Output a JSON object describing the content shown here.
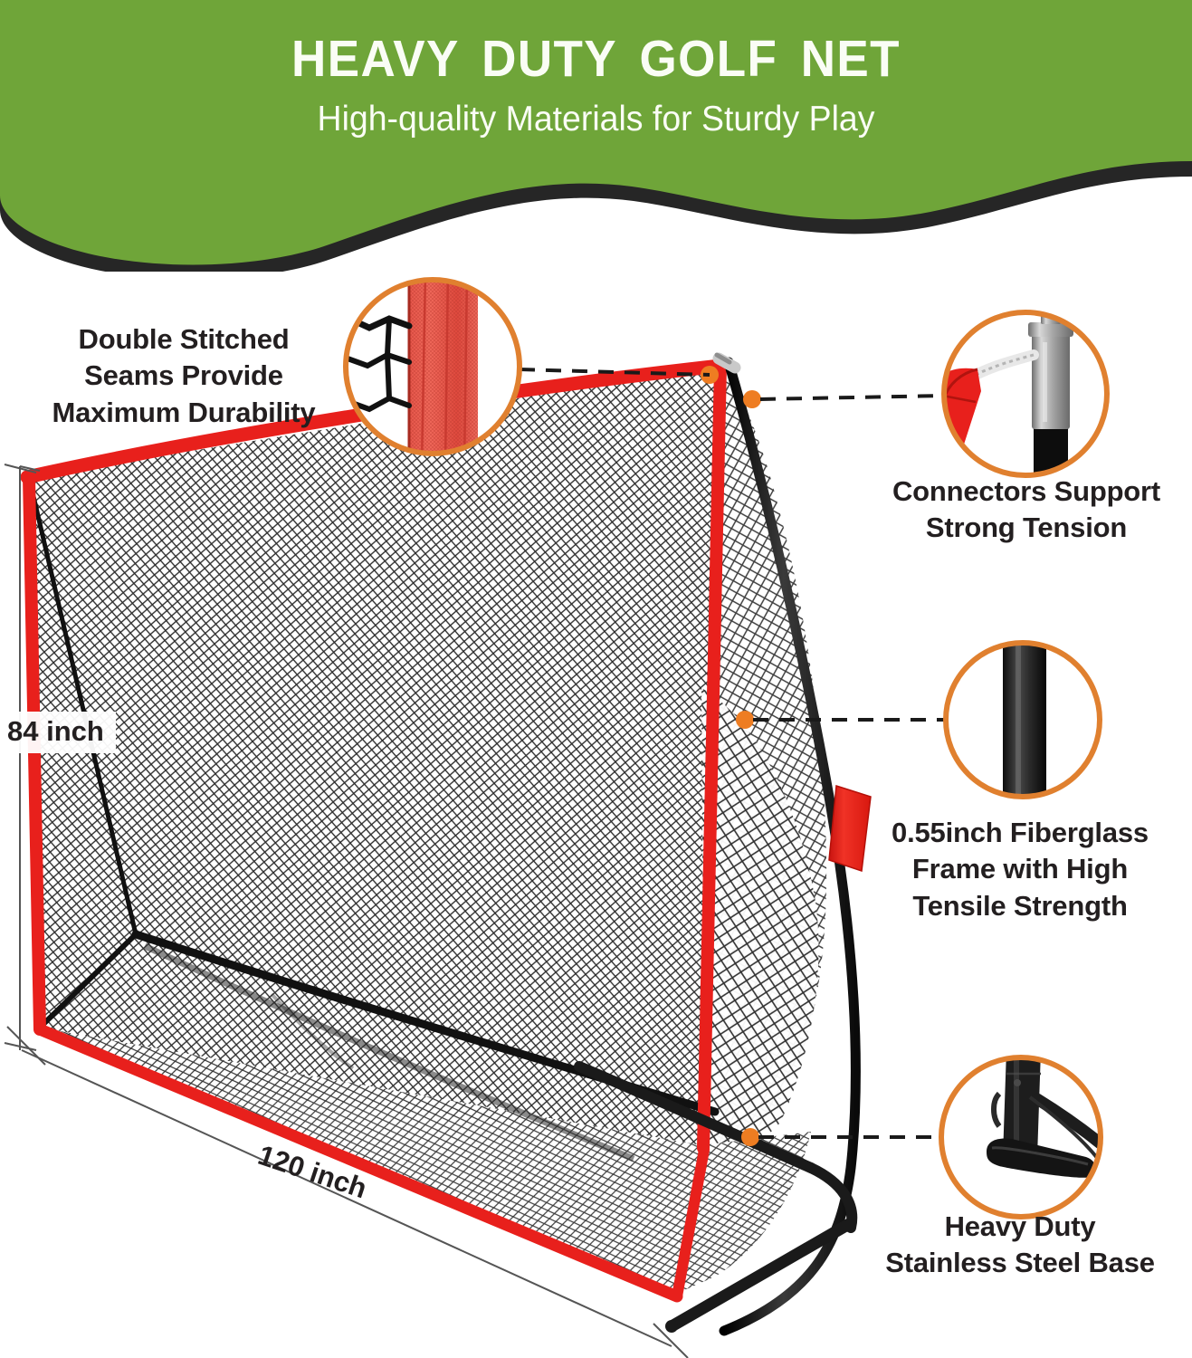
{
  "header": {
    "title": "HEAVY DUTY GOLF NET",
    "subtitle": "High-quality Materials for Sturdy Play",
    "background_color": "#6FA539",
    "wave_border_color": "#262626",
    "text_color": "#FAFDF5"
  },
  "colors": {
    "green": "#6FA539",
    "dark": "#262626",
    "orange": "#E0802F",
    "orange_dot": "#EE7D22",
    "red_frame": "#E8201C",
    "net_black": "#1A1A1A",
    "text": "#231F20",
    "white": "#FFFFFF"
  },
  "callouts": [
    {
      "id": "double-stitched-seams",
      "label": "Double Stitched\nSeams Provide\nMaximum Durability",
      "line1": "Double Stitched",
      "line2": "Seams Provide",
      "line3": "Maximum Durability",
      "icon": "red-webbing-seam-icon",
      "side": "left"
    },
    {
      "id": "connectors-support",
      "label": "Connectors Support\nStrong Tension",
      "line1": "Connectors Support",
      "line2": "Strong Tension",
      "line3": "",
      "icon": "metal-connector-icon",
      "side": "right"
    },
    {
      "id": "fiberglass-frame",
      "label": "0.55inch Fiberglass\nFrame with High\nTensile Strength",
      "line1": "0.55inch Fiberglass",
      "line2": "Frame with High",
      "line3": "Tensile Strength",
      "icon": "black-pole-icon",
      "side": "right"
    },
    {
      "id": "stainless-steel-base",
      "label": "Heavy Duty\nStainless Steel Base",
      "line1": "Heavy Duty",
      "line2": "Stainless Steel Base",
      "line3": "",
      "icon": "steel-base-foot-icon",
      "side": "right"
    }
  ],
  "dimensions": {
    "height_label": "84 inch",
    "width_label": "120 inch"
  },
  "product": {
    "name": "golf-practice-net",
    "frame_color": "#E8201C",
    "net_color": "#1A1A1A",
    "pole_color": "#141414"
  }
}
